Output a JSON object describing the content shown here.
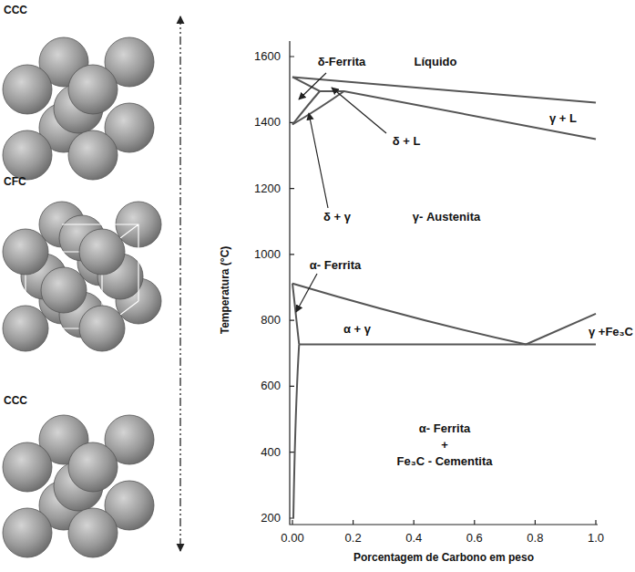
{
  "diagram": {
    "labels": [
      "CCC",
      "CFC",
      "CCC",
      "1600",
      "1400",
      "1200",
      "1000",
      "800",
      "600",
      "400",
      "200",
      "0.00",
      "0.2",
      "0.4",
      "0.6",
      "0.8",
      "1.0",
      "Líquido",
      "δ-Ferrita",
      "δ + L",
      "γ + L",
      "δ + γ",
      "γ- Austenita",
      "α- Ferrita",
      "α + γ",
      "γ +Fe₃C",
      "α- Ferrita",
      "+",
      "Fe₃C - Cementita",
      "Temperatura (°C)",
      "Porcentagem de Carbono em peso"
    ]
  }
}
